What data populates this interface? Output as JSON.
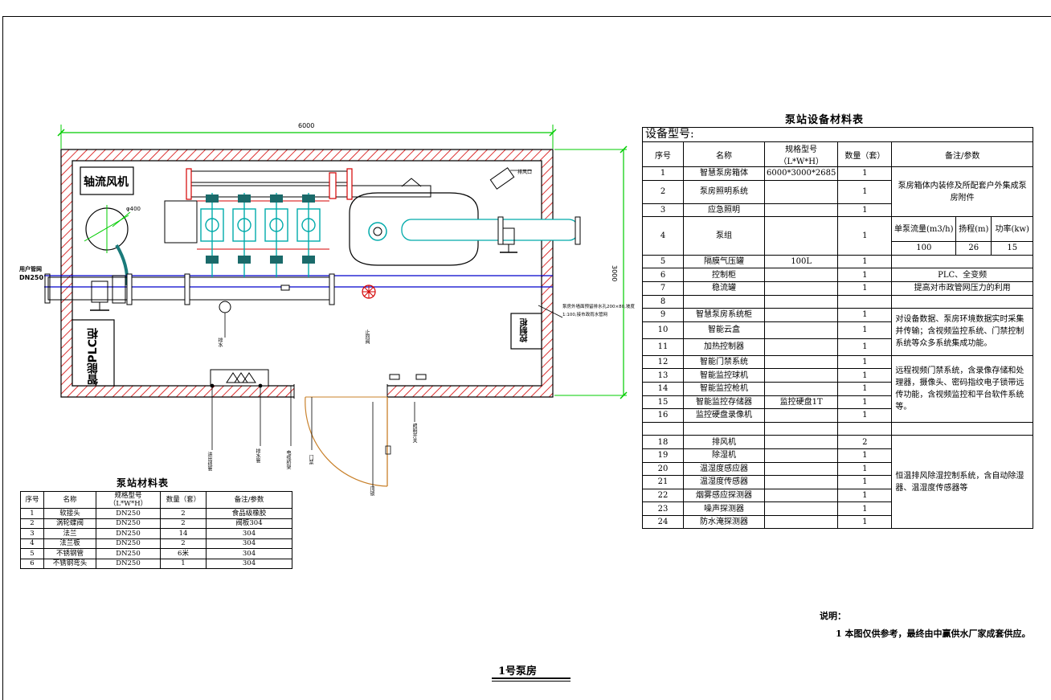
{
  "drawing": {
    "dimension_width": "6000",
    "dimension_height": "3000",
    "fan_label": "轴流风机",
    "plc_label": "智能PLC柜",
    "control_cabinet_label": "控制柜",
    "inlet_label_1": "用户管网",
    "inlet_label_2": "DN250",
    "fan_size": "φ400",
    "exhaust_label": "排风口",
    "drain_label": "排水",
    "valve_label": "止回阀",
    "overflow_label": "泵房外墙面预留排水孔200×80,坡度1:100,接市政雨水管网",
    "bottom_labels": [
      "进出线管",
      "排水管",
      "电缆桥架",
      "门禁",
      "门锁",
      "照明开关"
    ]
  },
  "station_table": {
    "title": "泵站材料表",
    "headers": [
      "序号",
      "名称",
      "规格型号（L*W*H）",
      "数量（套）",
      "备注/参数"
    ],
    "rows": [
      [
        "1",
        "软接头",
        "DN250",
        "2",
        "食品级橡胶"
      ],
      [
        "2",
        "涡轮蝶阀",
        "DN250",
        "2",
        "阀板304"
      ],
      [
        "3",
        "法兰",
        "DN250",
        "14",
        "304"
      ],
      [
        "4",
        "法兰板",
        "DN250",
        "2",
        "304"
      ],
      [
        "5",
        "不锈钢管",
        "DN250",
        "6米",
        "304"
      ],
      [
        "6",
        "不锈钢弯头",
        "DN250",
        "1",
        "304"
      ]
    ]
  },
  "equipment_table": {
    "title": "泵站设备材料表",
    "model_label": "设备型号:",
    "headers": [
      "序号",
      "名称",
      "规格型号（L*W*H）",
      "数量（套）",
      "备注/参数"
    ],
    "pump_headers": [
      "单泵流量(m3/h)",
      "扬程(m)",
      "功率(kw)"
    ],
    "pump_values": [
      "100",
      "26",
      "15"
    ],
    "rows": [
      {
        "no": "1",
        "name": "智慧泵房箱体",
        "spec": "6000*3000*2685",
        "qty": "1"
      },
      {
        "no": "2",
        "name": "泵房照明系统",
        "spec": "",
        "qty": "1"
      },
      {
        "no": "3",
        "name": "应急照明",
        "spec": "",
        "qty": "1"
      },
      {
        "no": "4",
        "name": "泵组",
        "spec": "",
        "qty": "1"
      },
      {
        "no": "5",
        "name": "隔膜气压罐",
        "spec": "100L",
        "qty": "1"
      },
      {
        "no": "6",
        "name": "控制柜",
        "spec": "",
        "qty": "1",
        "note": "PLC、全变频"
      },
      {
        "no": "7",
        "name": "稳流罐",
        "spec": "",
        "qty": "1",
        "note": "提高对市政管网压力的利用"
      },
      {
        "no": "8",
        "name": "",
        "spec": "",
        "qty": ""
      },
      {
        "no": "9",
        "name": "智慧泵房系统柜",
        "spec": "",
        "qty": "1"
      },
      {
        "no": "10",
        "name": "智能云盒",
        "spec": "",
        "qty": "1"
      },
      {
        "no": "11",
        "name": "加热控制器",
        "spec": "",
        "qty": "1"
      },
      {
        "no": "12",
        "name": "智能门禁系统",
        "spec": "",
        "qty": "1"
      },
      {
        "no": "13",
        "name": "智能监控球机",
        "spec": "",
        "qty": "1"
      },
      {
        "no": "14",
        "name": "智能监控枪机",
        "spec": "",
        "qty": "1"
      },
      {
        "no": "15",
        "name": "智能监控存储器",
        "spec": "监控硬盘1T",
        "qty": "1"
      },
      {
        "no": "16",
        "name": "监控硬盘录像机",
        "spec": "",
        "qty": "1"
      },
      {
        "no": "",
        "name": "",
        "spec": "",
        "qty": ""
      },
      {
        "no": "18",
        "name": "排风机",
        "spec": "",
        "qty": "2"
      },
      {
        "no": "19",
        "name": "除湿机",
        "spec": "",
        "qty": "1"
      },
      {
        "no": "20",
        "name": "温湿度感应器",
        "spec": "",
        "qty": "1"
      },
      {
        "no": "21",
        "name": "温湿度传感器",
        "spec": "",
        "qty": "1"
      },
      {
        "no": "22",
        "name": "烟雾感应探测器",
        "spec": "",
        "qty": "1"
      },
      {
        "no": "23",
        "name": "噪声探测器",
        "spec": "",
        "qty": "1"
      },
      {
        "no": "24",
        "name": "防水淹探测器",
        "spec": "",
        "qty": "1"
      }
    ],
    "note_1_3": "泵房箱体内装修及所配套户外集成泵房附件",
    "note_9_11": "对设备数据、泵房环境数据实时采集并传输；含视频监控系统、门禁控制系统等众多系统集成功能。",
    "note_12_16": "远程视频门禁系统，含录像存储和处理器，摄像头、密码指纹电子锁带远传功能，含视频监控和平台软件系统等。",
    "note_18_24": "恒温排风除湿控制系统，含自动除湿器、温湿度传感器等"
  },
  "notes": {
    "heading": "说明：",
    "line1": "1  本图仅供参考，最终由中赢供水厂家成套供应。"
  },
  "footer": {
    "title": "1号泵房"
  },
  "colors": {
    "dim_green": "#00cc00",
    "pipe_blue": "#0000cc",
    "pump_cyan": "#00bbbb",
    "hatch_red": "#d40000",
    "door_orange": "#c8802a"
  }
}
